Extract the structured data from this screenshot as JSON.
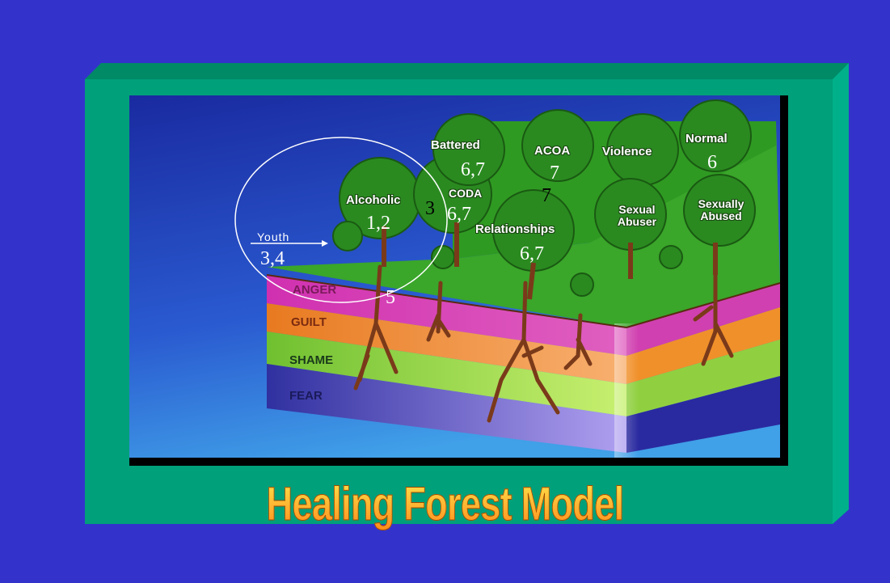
{
  "title": "Healing Forest Model",
  "trees": {
    "alcoholic": "Alcoholic",
    "coda": "CODA",
    "battered": "Battered",
    "acoa": "ACOA",
    "violence": "Violence",
    "normal": "Normal",
    "relationships": "Relationships",
    "sexual_abuser": "Sexual Abuser",
    "sexually_abused": "Sexually Abused"
  },
  "layers": {
    "anger": "ANGER",
    "guilt": "GUILT",
    "shame": "SHAME",
    "fear": "FEAR"
  },
  "annotations": {
    "youth": "Youth",
    "youth_num": "3,4",
    "alcoholic_num": "1,2",
    "coda_num_3": "3",
    "coda_num": "6,7",
    "battered_num": "6,7",
    "acoa_num_1": "7",
    "acoa_num_2": "7",
    "normal_num": "6",
    "relationships_num": "6,7",
    "anger_num": "5"
  },
  "colors": {
    "background": "#3333cc",
    "frame": "#00a07a",
    "anger": "#e040b0",
    "guilt": "#f08a20",
    "shame": "#8ad040",
    "fear": "#3a40b0"
  }
}
